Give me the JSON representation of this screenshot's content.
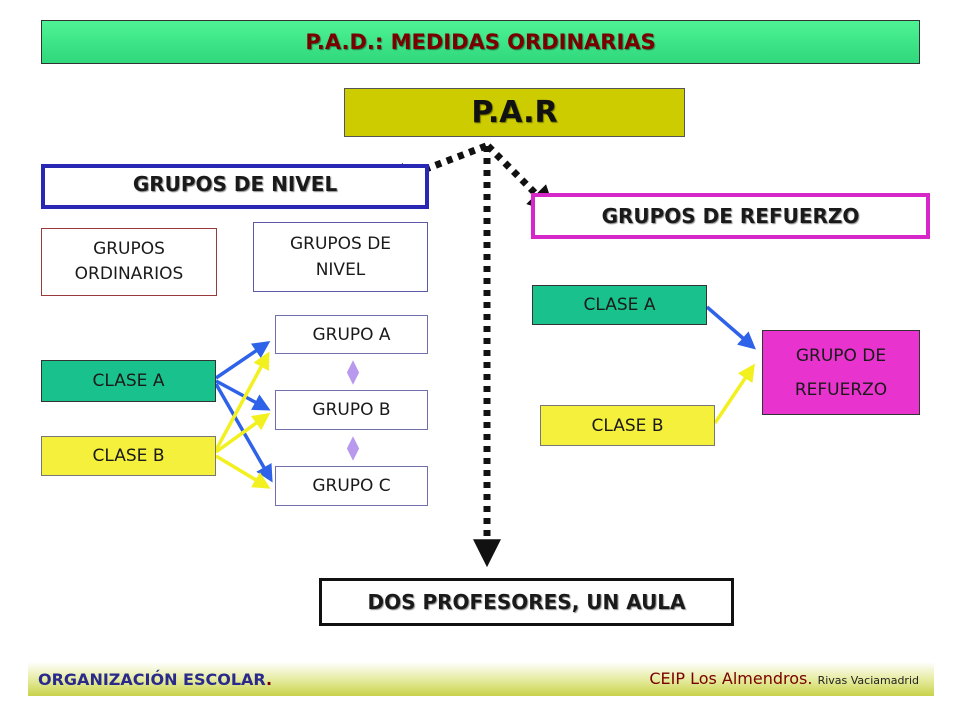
{
  "title": "P.A.D.: MEDIDAS ORDINARIAS",
  "par": "P.A.R",
  "grupos_nivel_heading": "GRUPOS DE NIVEL",
  "grupos_refuerzo_heading": "GRUPOS DE REFUERZO",
  "left_panel": {
    "ordinarios_line1": "GRUPOS",
    "ordinarios_line2": "ORDINARIOS",
    "nivel_line1": "GRUPOS DE",
    "nivel_line2": "NIVEL",
    "clase_a": "CLASE A",
    "clase_b": "CLASE B",
    "grupo_a": "GRUPO A",
    "grupo_b": "GRUPO B",
    "grupo_c": "GRUPO C"
  },
  "right_panel": {
    "clase_a": "CLASE A",
    "clase_b": "CLASE B",
    "grupo_ref_line1": "GRUPO DE",
    "grupo_ref_line2": "REFUERZO"
  },
  "dos_profesores": "DOS PROFESORES, UN AULA",
  "footer": {
    "left": "ORGANIZACIÓN ESCOLAR",
    "left_suffix": ".",
    "right_main": "CEIP Los Almendros.",
    "right_small": "Rivas Vaciamadrid"
  },
  "colors": {
    "title_green": "#3fe88a",
    "par_olive": "#cccc00",
    "nivel_border": "#2828b5",
    "refuerzo_border": "#d627c8",
    "clase_a_teal": "#19c28c",
    "clase_b_yellow": "#f5f03c",
    "grupo_ref_magenta": "#e833cf",
    "arrow_blue": "#2e62e8",
    "arrow_yellow": "#f3f01f",
    "arrow_lilac": "#b899ee",
    "dotted_black": "#111111",
    "footer_olive": "#c8d24a"
  }
}
